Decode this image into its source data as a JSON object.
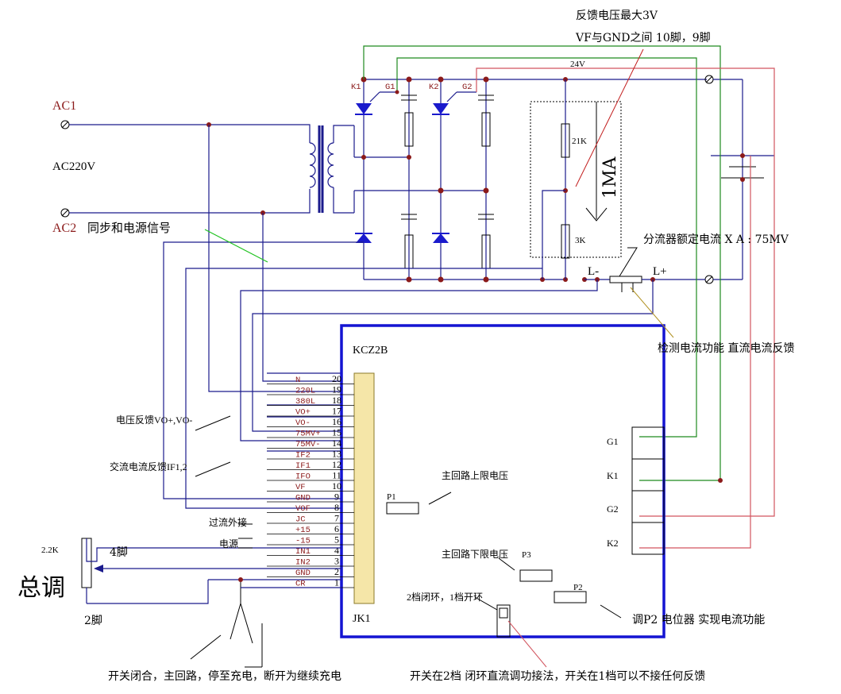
{
  "top": {
    "feedback_max": "反馈电压最大3V",
    "vf_gnd": "VF与GND之间  10脚，9脚",
    "v24": "24V"
  },
  "ac": {
    "ac1": "AC1",
    "ac220": "AC220V",
    "ac2": "AC2",
    "sync": "同步和电源信号"
  },
  "bridge": {
    "k1": "K1",
    "g1": "G1",
    "k2": "K2",
    "g2": "G2",
    "r21k": "21K",
    "r3k": "3K",
    "ma": "1MA"
  },
  "shunt": {
    "lminus": "L-",
    "lplus": "L+",
    "rating": "分流器额定电流 X A : 75MV",
    "detect": "检测电流功能 直流电流反馈"
  },
  "module": {
    "name": "KCZ2B",
    "jk1": "JK1",
    "pins": [
      {
        "sig": "N",
        "num": "20"
      },
      {
        "sig": "220L",
        "num": "19"
      },
      {
        "sig": "380L",
        "num": "18"
      },
      {
        "sig": "VO+",
        "num": "17"
      },
      {
        "sig": "VO-",
        "num": "16"
      },
      {
        "sig": "75MV+",
        "num": "15"
      },
      {
        "sig": "75MV-",
        "num": "14"
      },
      {
        "sig": "IF2",
        "num": "13"
      },
      {
        "sig": "IF1",
        "num": "12"
      },
      {
        "sig": "IFO",
        "num": "11"
      },
      {
        "sig": "VF",
        "num": "10"
      },
      {
        "sig": "GND",
        "num": "9"
      },
      {
        "sig": "VOF",
        "num": "8"
      },
      {
        "sig": "JC",
        "num": "7"
      },
      {
        "sig": "+15",
        "num": "6"
      },
      {
        "sig": "-15",
        "num": "5"
      },
      {
        "sig": "IN1",
        "num": "4"
      },
      {
        "sig": "IN2",
        "num": "3"
      },
      {
        "sig": "GND",
        "num": "2"
      },
      {
        "sig": "CR",
        "num": "1"
      }
    ],
    "right_pins": [
      "G1",
      "K1",
      "G2",
      "K2"
    ],
    "p1": "P1",
    "p2": "P2",
    "p3": "P3",
    "upper_limit": "主回路上限电压",
    "lower_limit": "主回路下限电压",
    "loop": "2档闭环，1档开环",
    "p2_func": "调P2 电位器 实现电流功能"
  },
  "left": {
    "vo_fb": "电压反馈VO+,VO-",
    "if_fb": "交流电流反馈IF1,2",
    "overcurrent": "过流外接",
    "power": "电源",
    "pot": "2.2K",
    "pin4": "4脚",
    "pin2": "2脚",
    "master": "总调"
  },
  "bottom": {
    "note1": "开关闭合，主回路，停至充电，断开为继续充电",
    "note2": "开关在2档 闭环直流调功接法，开关在1档可以不接任何反馈"
  }
}
